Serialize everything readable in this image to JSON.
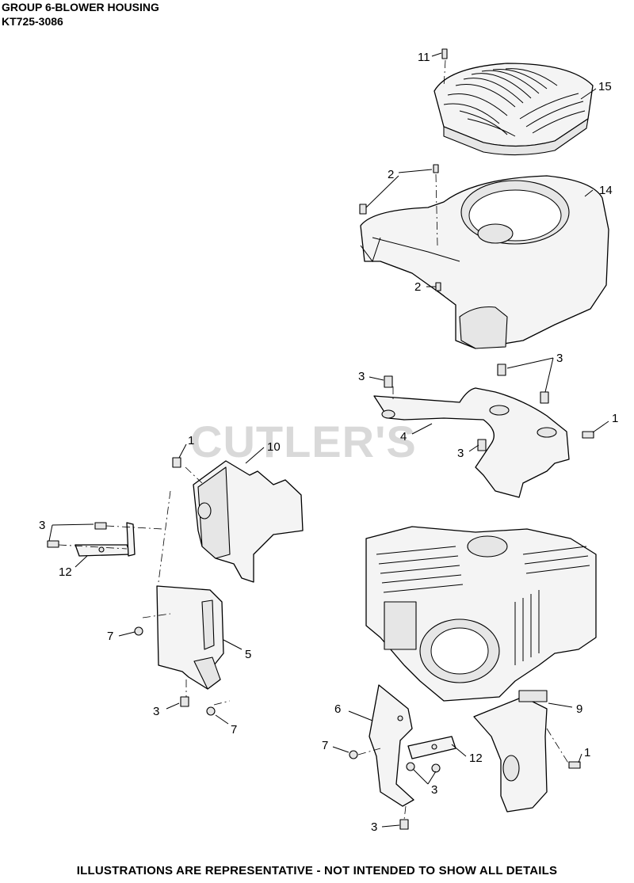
{
  "header": {
    "title": "GROUP 6-BLOWER HOUSING",
    "model": "KT725-3086"
  },
  "watermark": "CUTLER'S",
  "footer": "ILLUSTRATIONS ARE REPRESENTATIVE - NOT INTENDED TO SHOW ALL DETAILS",
  "callouts": {
    "c11": "11",
    "c15": "15",
    "c2a": "2",
    "c14": "14",
    "c2b": "2",
    "c3a": "3",
    "c3b": "3",
    "c4": "4",
    "c1a": "1",
    "c3c": "3",
    "c1b": "1",
    "c10": "10",
    "c3d": "3",
    "c12a": "12",
    "c7a": "7",
    "c5": "5",
    "c3e": "3",
    "c7b": "7",
    "c6": "6",
    "c9": "9",
    "c7c": "7",
    "c1c": "1",
    "c12b": "12",
    "c3f": "3",
    "c3g": "3"
  }
}
